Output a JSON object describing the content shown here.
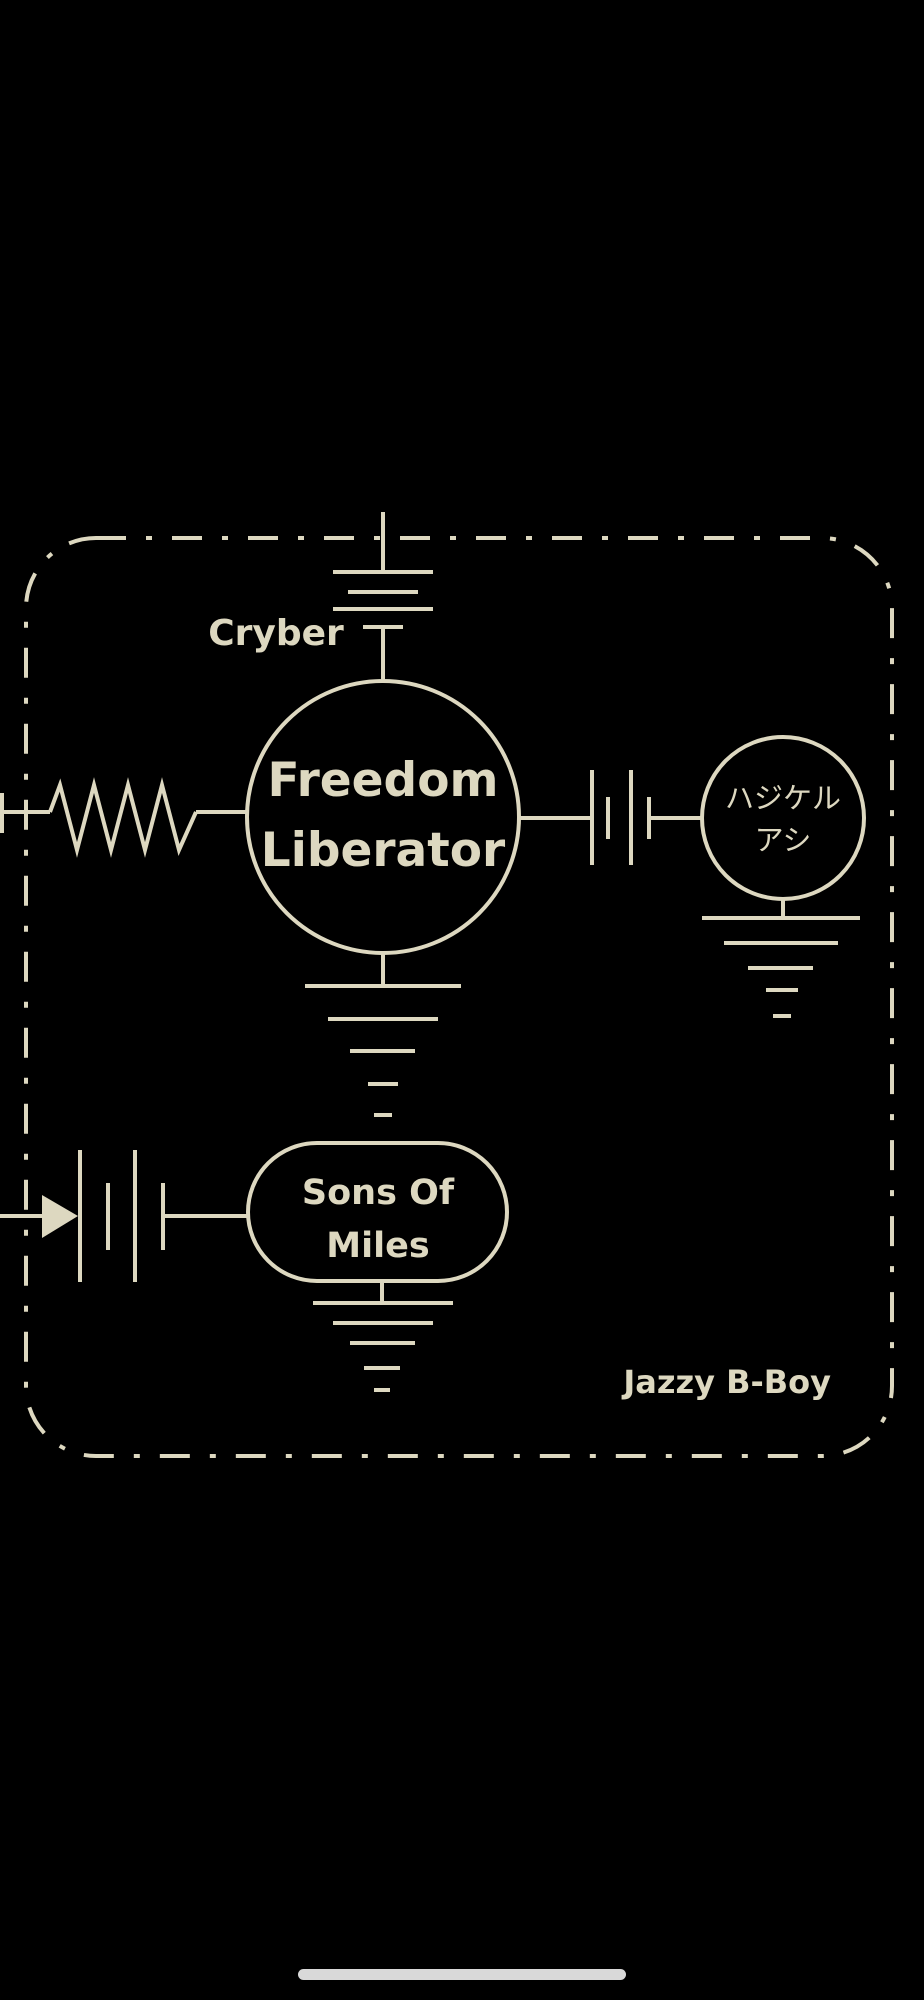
{
  "colors": {
    "background": "#000000",
    "line": "#ddd8c0",
    "home_indicator": "#d9d9d9"
  },
  "diagram": {
    "nodes": {
      "cryber": {
        "label": "Cryber"
      },
      "freedom": {
        "label_line1": "Freedom",
        "label_line2": "Liberator"
      },
      "hajikeru": {
        "label_line1": "ハジケル",
        "label_line2": "アシ"
      },
      "sons": {
        "label_line1": "Sons Of",
        "label_line2": "Miles"
      },
      "jazzy": {
        "label": "Jazzy B-Boy"
      }
    }
  }
}
